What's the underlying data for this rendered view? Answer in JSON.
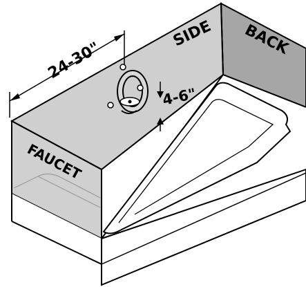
{
  "diagram": {
    "labels": {
      "side": "SIDE",
      "back": "BACK",
      "faucet": "FAUCET",
      "width_range": "24-30\"",
      "height_range": "4-6\""
    },
    "colors": {
      "back_wall": "#a6a6a6",
      "side_wall": "#cfcfcf",
      "faucet_wall": "#d0d0d0",
      "tub": "#ffffff",
      "line": "#000000"
    },
    "icons": [
      "grab-bar-icon"
    ]
  }
}
